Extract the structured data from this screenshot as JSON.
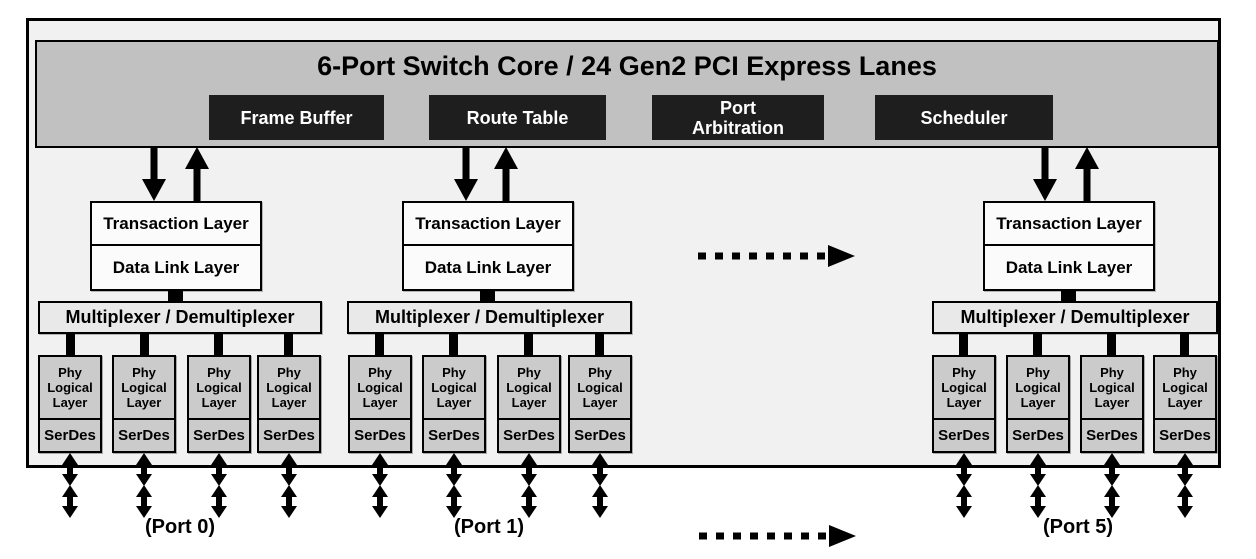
{
  "switch_core": {
    "title": "6-Port Switch Core  /  24 Gen2 PCI Express Lanes",
    "blocks": [
      {
        "label": "Frame Buffer"
      },
      {
        "label": "Route Table"
      },
      {
        "label": "Port\nArbitration"
      },
      {
        "label": "Scheduler"
      }
    ]
  },
  "block_labels": {
    "transaction_layer": "Transaction Layer",
    "data_link_layer": "Data Link Layer",
    "mux": "Multiplexer / Demultiplexer",
    "phy": "Phy\nLogical\nLayer",
    "serdes": "SerDes"
  },
  "ports": [
    {
      "name": "(Port 0)"
    },
    {
      "name": "(Port 1)"
    },
    {
      "name": "(Port 5)"
    }
  ],
  "icons": {
    "down_arrow": "down-arrow-icon",
    "up_arrow": "up-arrow-icon",
    "bidirectional_lane_arrow": "double-vertical-arrow-icon",
    "ellipsis_arrow": "dotted-right-arrow-icon"
  },
  "colors": {
    "canvas_bg": "#f1f1f1",
    "banner_bg": "#c1c1c1",
    "core_block_bg": "#1e1e1e",
    "core_block_text": "#ffffff",
    "layer_box_bg": "#fbfbfb",
    "mux_bg": "#e9e9e9",
    "phy_bg": "#cbcbcb",
    "line_color": "#000000"
  }
}
